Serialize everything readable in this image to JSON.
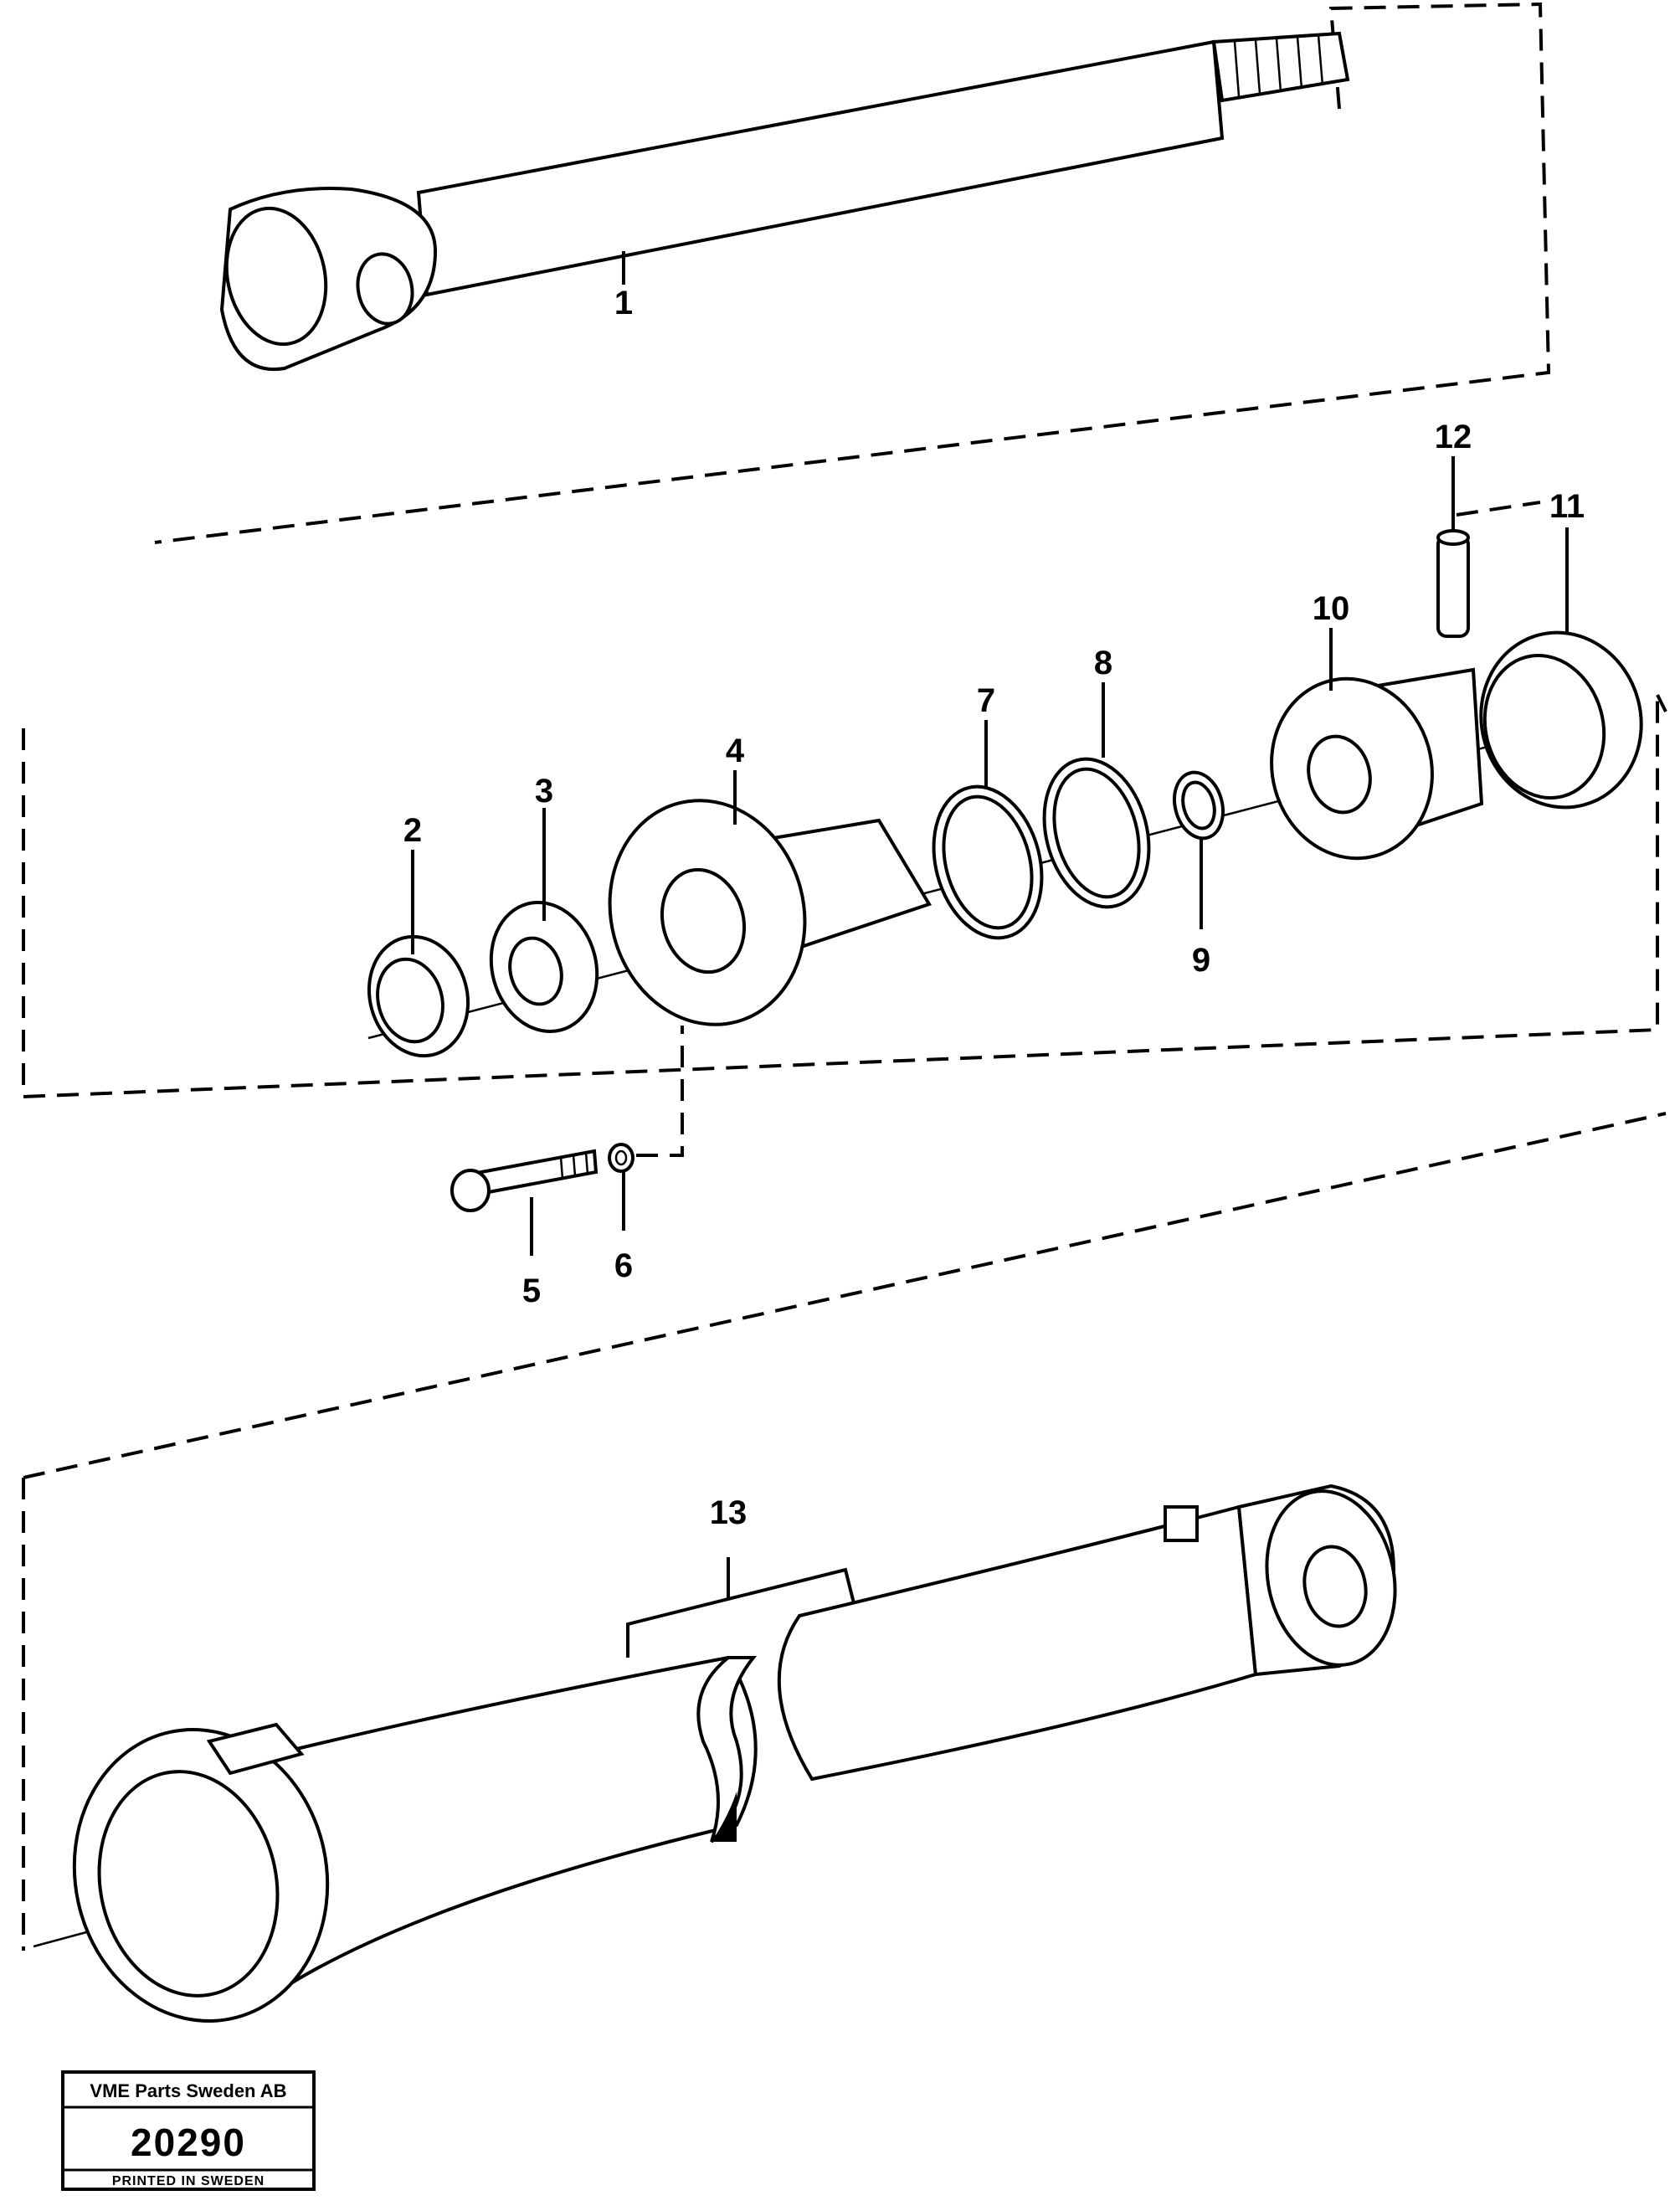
{
  "callouts": {
    "p1": "1",
    "p2": "2",
    "p3": "3",
    "p4": "4",
    "p5": "5",
    "p6": "6",
    "p7": "7",
    "p8": "8",
    "p9": "9",
    "p10": "10",
    "p11": "11",
    "p12": "12",
    "p13": "13"
  },
  "stamp": {
    "company": "VME Parts Sweden AB",
    "number": "20290",
    "printed": "PRINTED IN SWEDEN"
  }
}
